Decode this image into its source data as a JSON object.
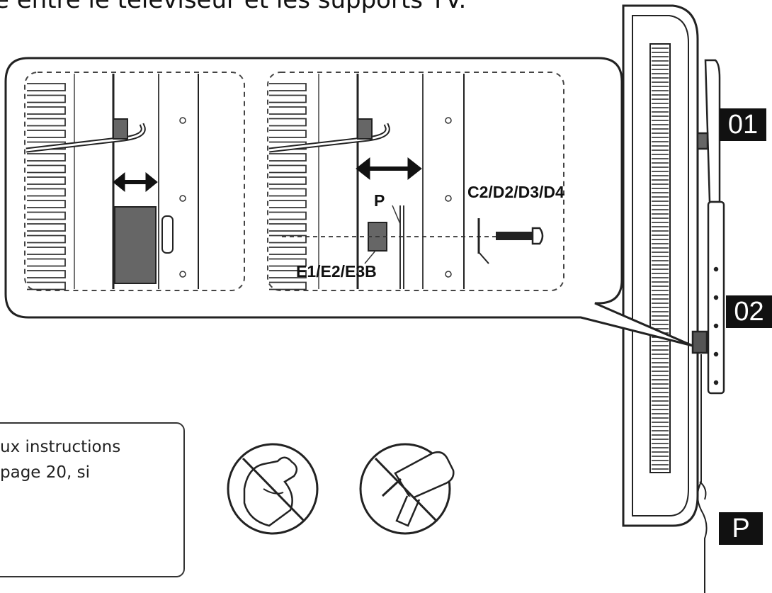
{
  "heading": "e entre le téléviseur et les supports TV.",
  "labels": {
    "part_p": "P",
    "part_c": "C2/D2/D3/D4",
    "part_e": "E1/E2/E3B"
  },
  "steps": {
    "step1": "01",
    "step2": "02",
    "step3": "P"
  },
  "note": {
    "line1": "ux instructions",
    "line2": "page 20, si"
  },
  "warning_icons": [
    "no-force-icon",
    "no-power-drill-icon"
  ],
  "colors": {
    "badge_bg": "#111111",
    "badge_text": "#ffffff",
    "line": "#222222",
    "spacer_fill": "#555555"
  }
}
